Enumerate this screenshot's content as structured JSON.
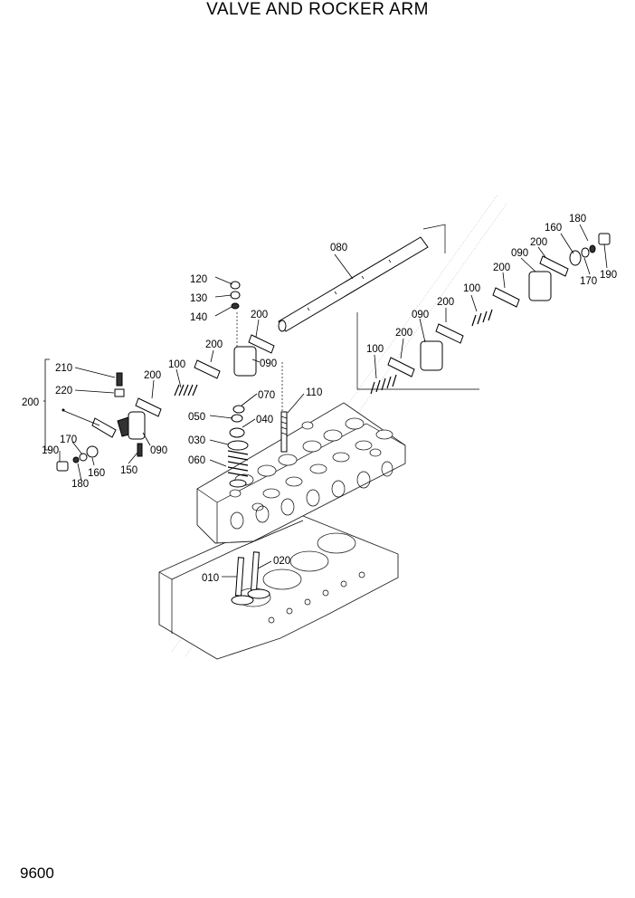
{
  "title": "VALVE AND ROCKER ARM",
  "page_number": "9600",
  "callouts": {
    "c010": "010",
    "c020": "020",
    "c030": "030",
    "c040": "040",
    "c050": "050",
    "c060": "060",
    "c070": "070",
    "c080": "080",
    "c090_a": "090",
    "c090_b": "090",
    "c090_c": "090",
    "c090_d": "090",
    "c100_a": "100",
    "c100_b": "100",
    "c100_c": "100",
    "c110": "110",
    "c120": "120",
    "c130": "130",
    "c140": "140",
    "c150": "150",
    "c160_a": "160",
    "c160_b": "160",
    "c170_a": "170",
    "c170_b": "170",
    "c180_a": "180",
    "c180_b": "180",
    "c190_a": "190",
    "c190_b": "190",
    "c200_group": "200",
    "c200_a": "200",
    "c200_b": "200",
    "c200_c": "200",
    "c200_d": "200",
    "c200_e": "200",
    "c200_f": "200",
    "c200_g": "200",
    "c210": "210",
    "c220": "220"
  }
}
